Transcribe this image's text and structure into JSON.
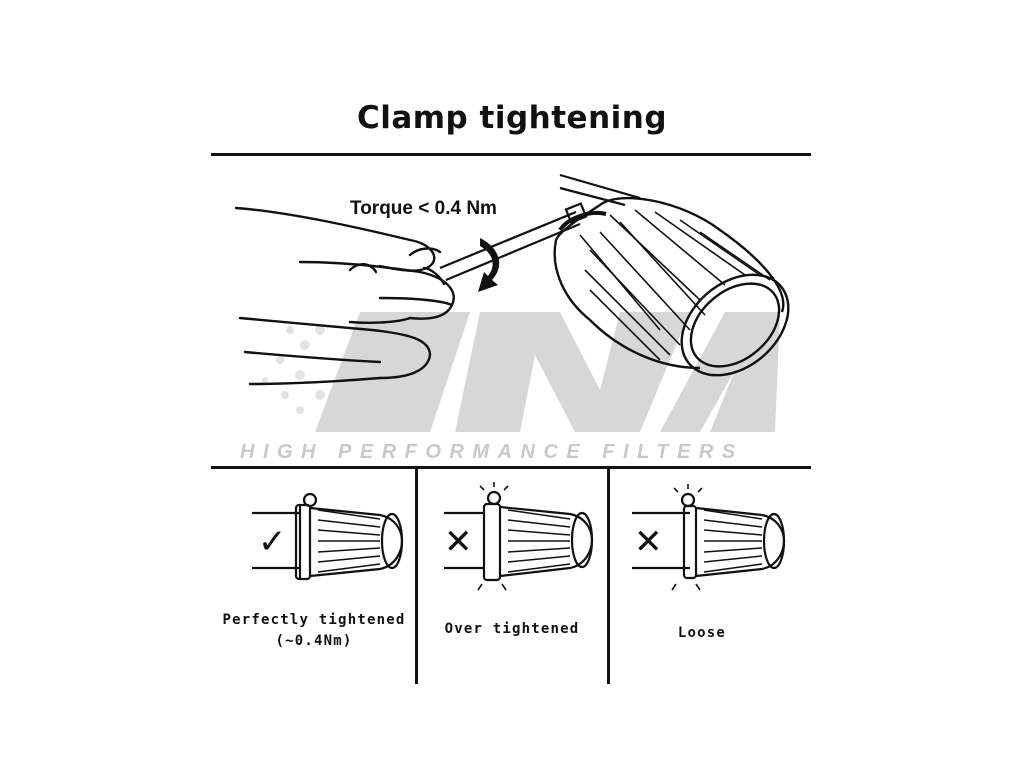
{
  "title": "Clamp tightening",
  "main": {
    "torque_label": "Torque < 0.4 Nm",
    "watermark": {
      "logo": "DNA",
      "tagline": "HIGH PERFORMANCE FILTERS"
    }
  },
  "panels": [
    {
      "mark": "✓",
      "caption_line1": "Perfectly tightened",
      "caption_line2": "(~0.4Nm)"
    },
    {
      "mark": "✕",
      "caption_line1": "Over tightened",
      "caption_line2": ""
    },
    {
      "mark": "✕",
      "caption_line1": "Loose",
      "caption_line2": ""
    }
  ],
  "icons": [
    "hand-icon",
    "screwdriver-icon",
    "rotation-arrow-icon",
    "air-filter-icon",
    "check-icon",
    "cross-icon"
  ]
}
